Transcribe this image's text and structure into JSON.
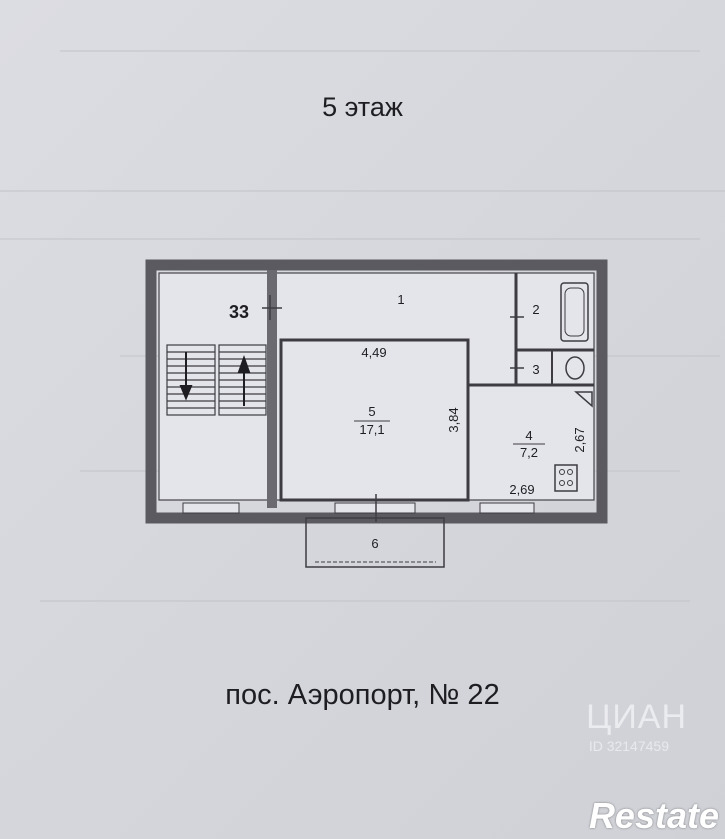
{
  "floor_title": "5 этаж",
  "address": "пос. Аэропорт, № 22",
  "apartment_number": "33",
  "rooms": {
    "r1": "1",
    "r2": "2",
    "r3": "3",
    "r4": "4",
    "r5": "5",
    "r6": "6",
    "r4_area": "7,2",
    "r5_area": "17,1"
  },
  "dimensions": {
    "d449": "4,49",
    "d384": "3,84",
    "d267": "2,67",
    "d269": "2,69"
  },
  "watermark": {
    "brand": "ЦИАН",
    "id": "ID 32147459"
  },
  "logo_text": "Restate"
}
